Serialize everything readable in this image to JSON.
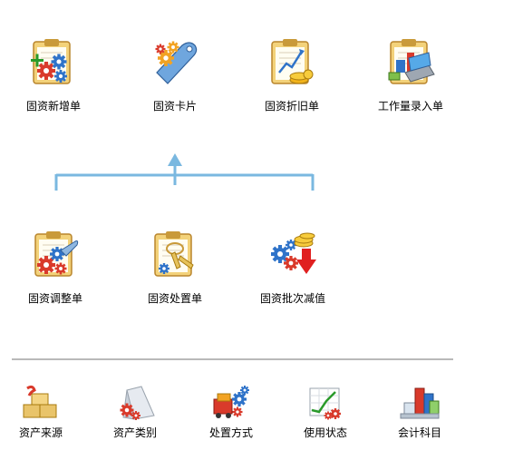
{
  "modules_top": [
    {
      "label": "固资新增单",
      "icon": "asset-add-icon"
    },
    {
      "label": "固资卡片",
      "icon": "asset-card-icon"
    },
    {
      "label": "固资折旧单",
      "icon": "depreciation-icon"
    },
    {
      "label": "工作量录入单",
      "icon": "workload-entry-icon"
    }
  ],
  "modules_middle": [
    {
      "label": "固资调整单",
      "icon": "asset-adjust-icon"
    },
    {
      "label": "固资处置单",
      "icon": "asset-disposal-icon"
    },
    {
      "label": "固资批次减值",
      "icon": "batch-impairment-icon"
    }
  ],
  "basic_settings": [
    {
      "label": "资产来源",
      "icon": "asset-source-icon"
    },
    {
      "label": "资产类别",
      "icon": "asset-category-icon"
    },
    {
      "label": "处置方式",
      "icon": "disposal-method-icon"
    },
    {
      "label": "使用状态",
      "icon": "usage-status-icon"
    },
    {
      "label": "会计科目",
      "icon": "accounting-subject-icon"
    }
  ],
  "colors": {
    "flow_line": "#7ab8e0",
    "divider": "#b9b9b9",
    "gear_blue": "#2f73c9",
    "gear_red": "#d93a2b",
    "gear_orange": "#f2a323",
    "clipboard": "#f3d27a"
  }
}
